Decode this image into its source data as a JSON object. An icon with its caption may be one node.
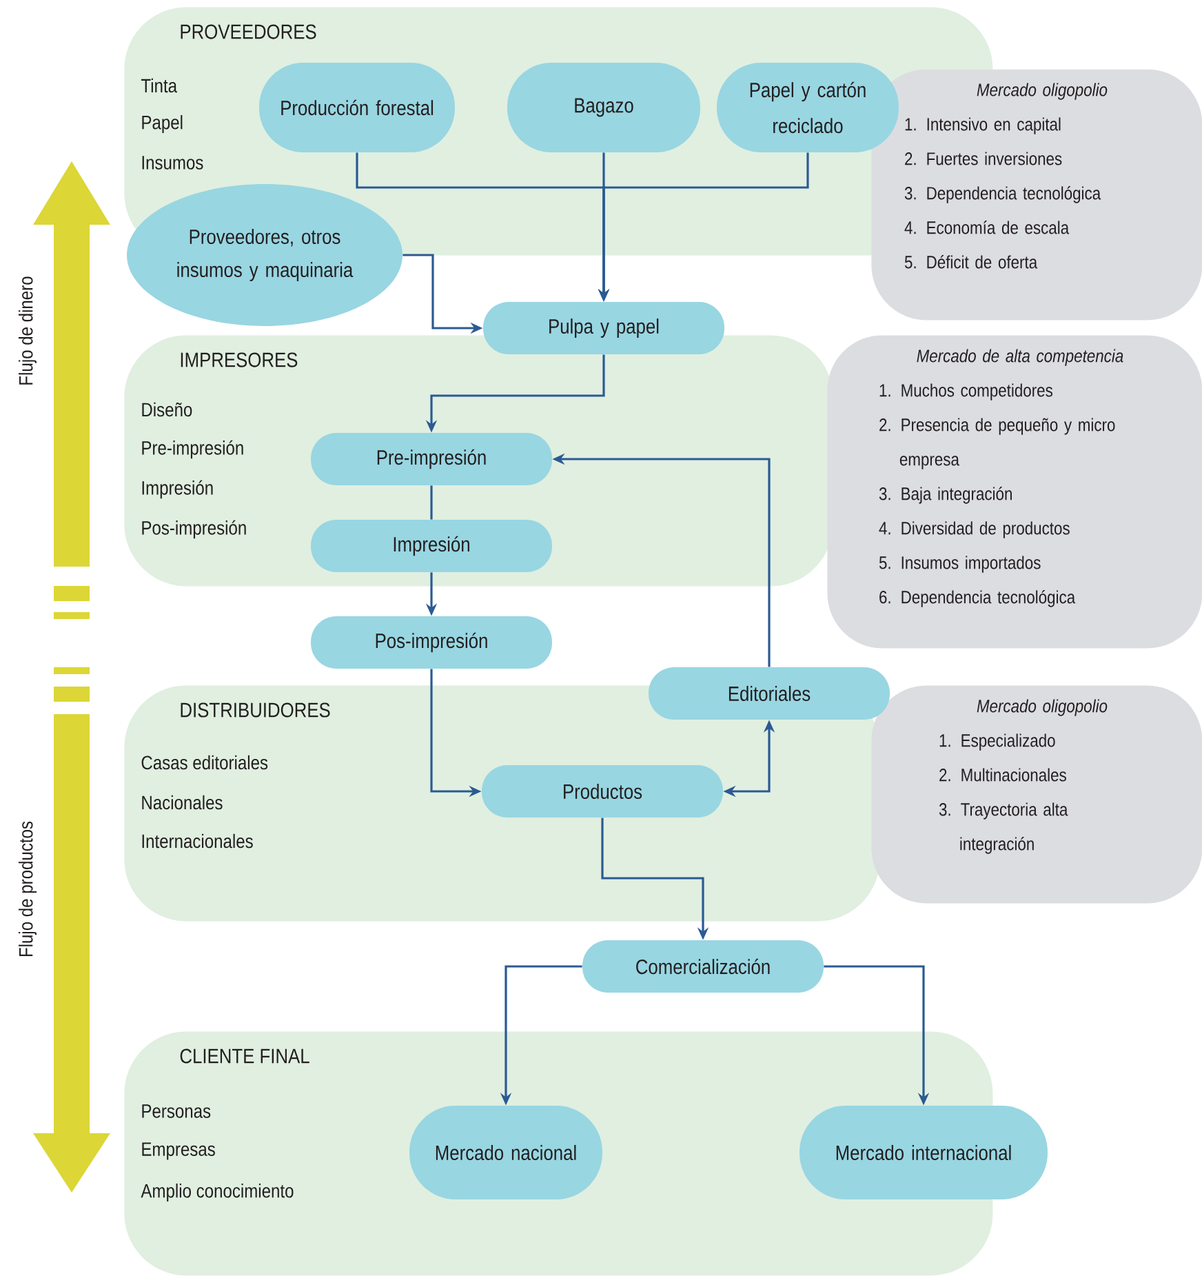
{
  "diagram": {
    "nodes": [
      {
        "text": [
          "PROVEEDORES",
          "Tinta",
          "Papel",
          "Insumos"
        ]
      },
      {
        "text": [
          "Producción forestal"
        ],
        "in": 0
      },
      {
        "text": [
          "Bagazo"
        ],
        "in": 0
      },
      {
        "text": [
          "Papel y cartón reciclado"
        ],
        "in": 0
      },
      {
        "text": [
          "Proveedores, otros insumos y maquinaria"
        ]
      },
      {
        "text": [
          "Mercado oligopolio",
          "1. Intensivo en capital",
          "2. Fuertes inversiones",
          "3. Dependencia tecnológica",
          "4. Economía de escala",
          "5. Déficit de oferta"
        ]
      },
      {
        "text": [
          "Pulpa y papel"
        ]
      },
      {
        "text": [
          "IMPRESORES",
          "Diseño",
          "Pre-impresión",
          "Impresión",
          "Pos-impresión"
        ]
      },
      {
        "text": [
          "Pre-impresión"
        ],
        "in": 7
      },
      {
        "text": [
          "Impresión"
        ],
        "in": 7
      },
      {
        "text": [
          "Mercado de alta competencia",
          "1. Muchos competidores",
          "2. Presencia de pequeño y micro empresa",
          "3. Baja integración",
          "4. Diversidad de productos",
          "5. Insumos importados",
          "6. Dependencia tecnológica"
        ]
      },
      {
        "text": [
          "Pos-impresión"
        ]
      },
      {
        "text": [
          "Editoriales"
        ]
      },
      {
        "text": [
          "DISTRIBUIDORES",
          "Casas editoriales",
          "Nacionales",
          "Internacionales"
        ]
      },
      {
        "text": [
          "Productos"
        ],
        "in": 13
      },
      {
        "text": [
          "Mercado oligopolio",
          "1. Especializado",
          "2. Multinacionales",
          "3. Trayectoria alta integración"
        ]
      },
      {
        "text": [
          "Comercialización"
        ]
      },
      {
        "text": [
          "CLIENTE FINAL",
          "Personas",
          "Empresas",
          "Amplio conocimiento"
        ]
      },
      {
        "text": [
          "Mercado nacional"
        ],
        "in": 17
      },
      {
        "text": [
          "Mercado internacional"
        ]
      }
    ],
    "edges": [
      {
        "from": 1,
        "to": 6,
        "arrow": "to"
      },
      {
        "from": 2,
        "to": 6,
        "arrow": "to"
      },
      {
        "from": 3,
        "to": 6,
        "arrow": "to"
      },
      {
        "from": 4,
        "to": 6,
        "arrow": "to"
      },
      {
        "from": 6,
        "to": 8,
        "arrow": "to"
      },
      {
        "from": 8,
        "to": 9,
        "arrow": "none"
      },
      {
        "from": 9,
        "to": 11,
        "arrow": "to"
      },
      {
        "from": 11,
        "to": 14,
        "arrow": "to"
      },
      {
        "from": 12,
        "to": 8,
        "arrow": "to"
      },
      {
        "from": 14,
        "to": 12,
        "arrow": "both"
      },
      {
        "from": 14,
        "to": 16,
        "arrow": "to"
      },
      {
        "from": 16,
        "to": 18,
        "arrow": "to"
      },
      {
        "from": 16,
        "to": 19,
        "arrow": "to"
      }
    ],
    "labels": [
      "Flujo de dinero",
      "Flujo de productos"
    ]
  }
}
